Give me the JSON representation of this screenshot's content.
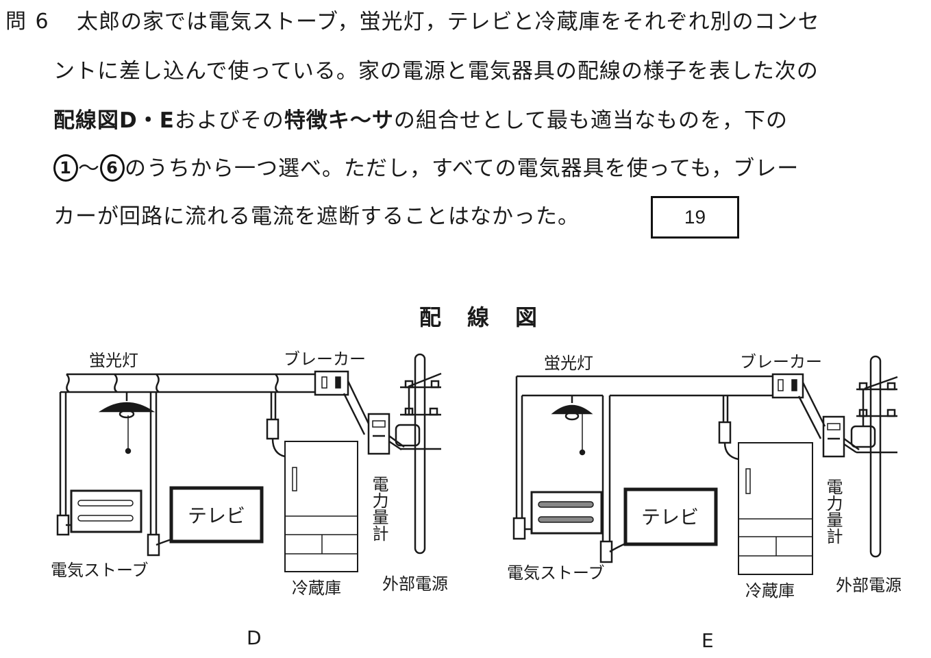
{
  "question": {
    "number": "問 6",
    "lines": [
      "太郎の家では電気ストーブ，蛍光灯，テレビと冷蔵庫をそれぞれ別のコンセ",
      "ントに差し込んで使っている。家の電源と電気器具の配線の様子を表した次の"
    ],
    "line3": {
      "bold1": "配線図D・E",
      "text1": "およびその",
      "bold2": "特徴キ～サ",
      "text2": "の組合せとして最も適当なものを，下の"
    },
    "line4": {
      "choice_start": "1",
      "tilde": "～",
      "choice_end": "6",
      "text": "のうちから一つ選べ。ただし，すべての電気器具を使っても，ブレー"
    },
    "line5": "カーが回路に流れる電流を遮断することはなかった。",
    "answer_box": "19"
  },
  "figure": {
    "title": "配線図",
    "diagrams": [
      {
        "id": "D",
        "label": "D",
        "wiring": "series-loop",
        "labels": {
          "lamp": "蛍光灯",
          "breaker": "ブレーカー",
          "meter": "電力量計",
          "stove": "電気ストーブ",
          "tv": "テレビ",
          "fridge": "冷蔵庫",
          "source": "外部電源"
        }
      },
      {
        "id": "E",
        "label": "E",
        "wiring": "parallel",
        "labels": {
          "lamp": "蛍光灯",
          "breaker": "ブレーカー",
          "meter": "電力量計",
          "stove": "電気ストーブ",
          "tv": "テレビ",
          "fridge": "冷蔵庫",
          "source": "外部電源"
        }
      }
    ]
  }
}
